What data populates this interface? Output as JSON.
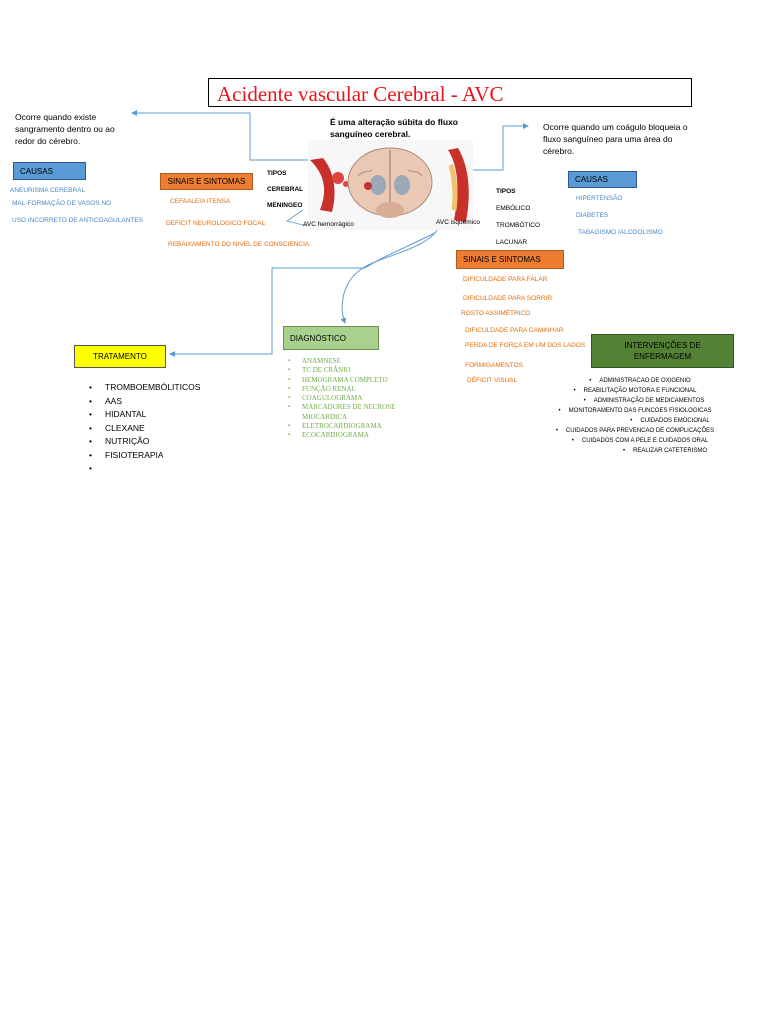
{
  "title": "Acidente vascular Cerebral - AVC",
  "definition": "É uma alteração súbita do fluxo sanguíneo cerebral.",
  "hemorrhagic": {
    "description": "Ocorre quando existe sangramento dentro ou ao redor do cérebro.",
    "causes_label": "CAUSAS",
    "causes": [
      "ANEURISMA CEREBRAL",
      "MAL-FORMAÇÃO DE VASOS NO",
      "USO INCORRETO DE ANTICOAGULANTES"
    ],
    "signs_label": "SINAIS E SINTOMAS",
    "signs": [
      "CEFAALEIA ITENSA",
      "DEFICIT NEUROLOGICO FOCAL",
      "REBAIXAMENTO DO NIVEL DE CONSCIENCIA"
    ],
    "types": [
      "TIPOS",
      "CEREBRAL",
      "MENINGEO"
    ],
    "image_label": "AVC hemorrágico"
  },
  "ischemic": {
    "description": "Ocorre quando um coágulo bloqueia o fluxo sanguíneo para uma área do cérebro.",
    "causes_label": "CAUSAS",
    "causes": [
      "HIPERTENSÃO",
      "DIABETES",
      "TABAGISMO /ALCOOLISMO"
    ],
    "signs_label": "SINAIS E SINTOMAS",
    "signs": [
      "DIFICULDADE PARA FALAR",
      "DIFICULDADE PARA SORRIR",
      "ROSTO   ASSIMÉTRICO",
      "DIFICULDADE PARA CAMINHAR",
      "PERDA DE FORÇA EM UM DOS LADOS",
      "FORMIGAMENTOS",
      "DÉFICIT VISUAL"
    ],
    "types": [
      "TIPOS",
      "EMBÓLICO",
      "TROMBÓTICO",
      "LACUNAR"
    ],
    "image_label": "AVC isquêmico"
  },
  "diagnosis": {
    "label": "DIAGNÓSTICO",
    "items": [
      "ANAMNESE",
      "TC DE CRÂNIO",
      "HEMOGRAMA COMPLETO",
      "FUNÇÃO RENAL",
      "COAGULOGRAMA",
      "MARCADORES DE NECROSE MIOCARDICA",
      "ELETROCARDIOGRAMA",
      "ECOCARDIOGRAMA"
    ]
  },
  "treatment": {
    "label": "TRATAMENTO",
    "items": [
      "TROMBOEMBÓLITICOS",
      "AAS",
      "HIDANTAL",
      "CLEXANE",
      "NUTRIÇÃO",
      "FISIOTERAPIA",
      ""
    ]
  },
  "interventions": {
    "label": "INTERVENÇÕES DE ENFERMAGEM",
    "items": [
      "ADMINISTRACAO DE OXIGENIO",
      "REABILITAÇÃO MOTORA E FUNCIONAL",
      "ADMINISTRAÇÃO DE MEDICAMENTOS",
      "MONITORAMENTO DAS FUNCOES FISIOLOGICAS",
      "CUIDADOS EMOCIONAL",
      "CUIDADOS PARA PREVENCAO DE COMPLICAÇÕES",
      "CUIDADOS COM A PELE E CUIDADOS ORAL",
      "REALIZAR CATETERISMO"
    ]
  },
  "colors": {
    "title": "#e8141b",
    "blue": "#5b9bd5",
    "orange": "#ed7d31",
    "yellow": "#ffff00",
    "green_light": "#a9d18e",
    "green_dark": "#548235",
    "connector": "#5b9bd5"
  }
}
